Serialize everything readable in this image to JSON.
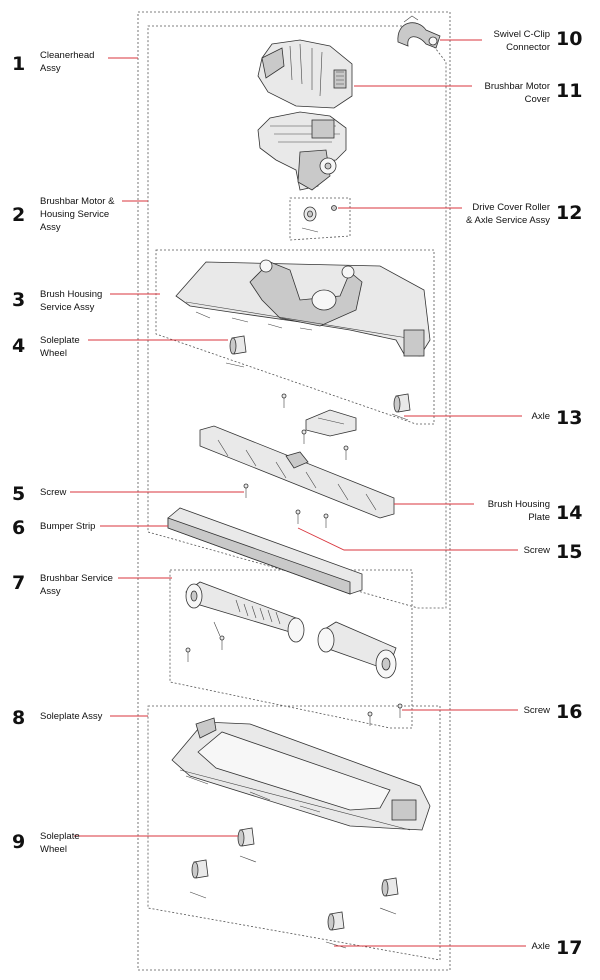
{
  "callouts": [
    {
      "num": "1",
      "lines": [
        "Cleanerhead",
        "Assy"
      ]
    },
    {
      "num": "2",
      "lines": [
        "Brushbar Motor &",
        "Housing Service",
        "Assy"
      ]
    },
    {
      "num": "3",
      "lines": [
        "Brush Housing",
        "Service Assy"
      ]
    },
    {
      "num": "4",
      "lines": [
        "Soleplate",
        "Wheel"
      ]
    },
    {
      "num": "5",
      "lines": [
        "Screw"
      ]
    },
    {
      "num": "6",
      "lines": [
        "Bumper Strip"
      ]
    },
    {
      "num": "7",
      "lines": [
        "Brushbar Service",
        "Assy"
      ]
    },
    {
      "num": "8",
      "lines": [
        "Soleplate Assy"
      ]
    },
    {
      "num": "9",
      "lines": [
        "Soleplate",
        "Wheel"
      ]
    },
    {
      "num": "10",
      "lines": [
        "Swivel C-Clip",
        "Connector"
      ]
    },
    {
      "num": "11",
      "lines": [
        "Brushbar Motor",
        "Cover"
      ]
    },
    {
      "num": "12",
      "lines": [
        "Drive Cover Roller",
        "& Axle Service Assy"
      ]
    },
    {
      "num": "13",
      "lines": [
        "Axle"
      ]
    },
    {
      "num": "14",
      "lines": [
        "Brush Housing",
        "Plate"
      ]
    },
    {
      "num": "15",
      "lines": [
        "Screw"
      ]
    },
    {
      "num": "16",
      "lines": [
        "Screw"
      ]
    },
    {
      "num": "17",
      "lines": [
        "Axle"
      ]
    }
  ],
  "colors": {
    "leader": "#d9363e",
    "ink": "#111111",
    "part_fill": "#e9e9e9"
  }
}
